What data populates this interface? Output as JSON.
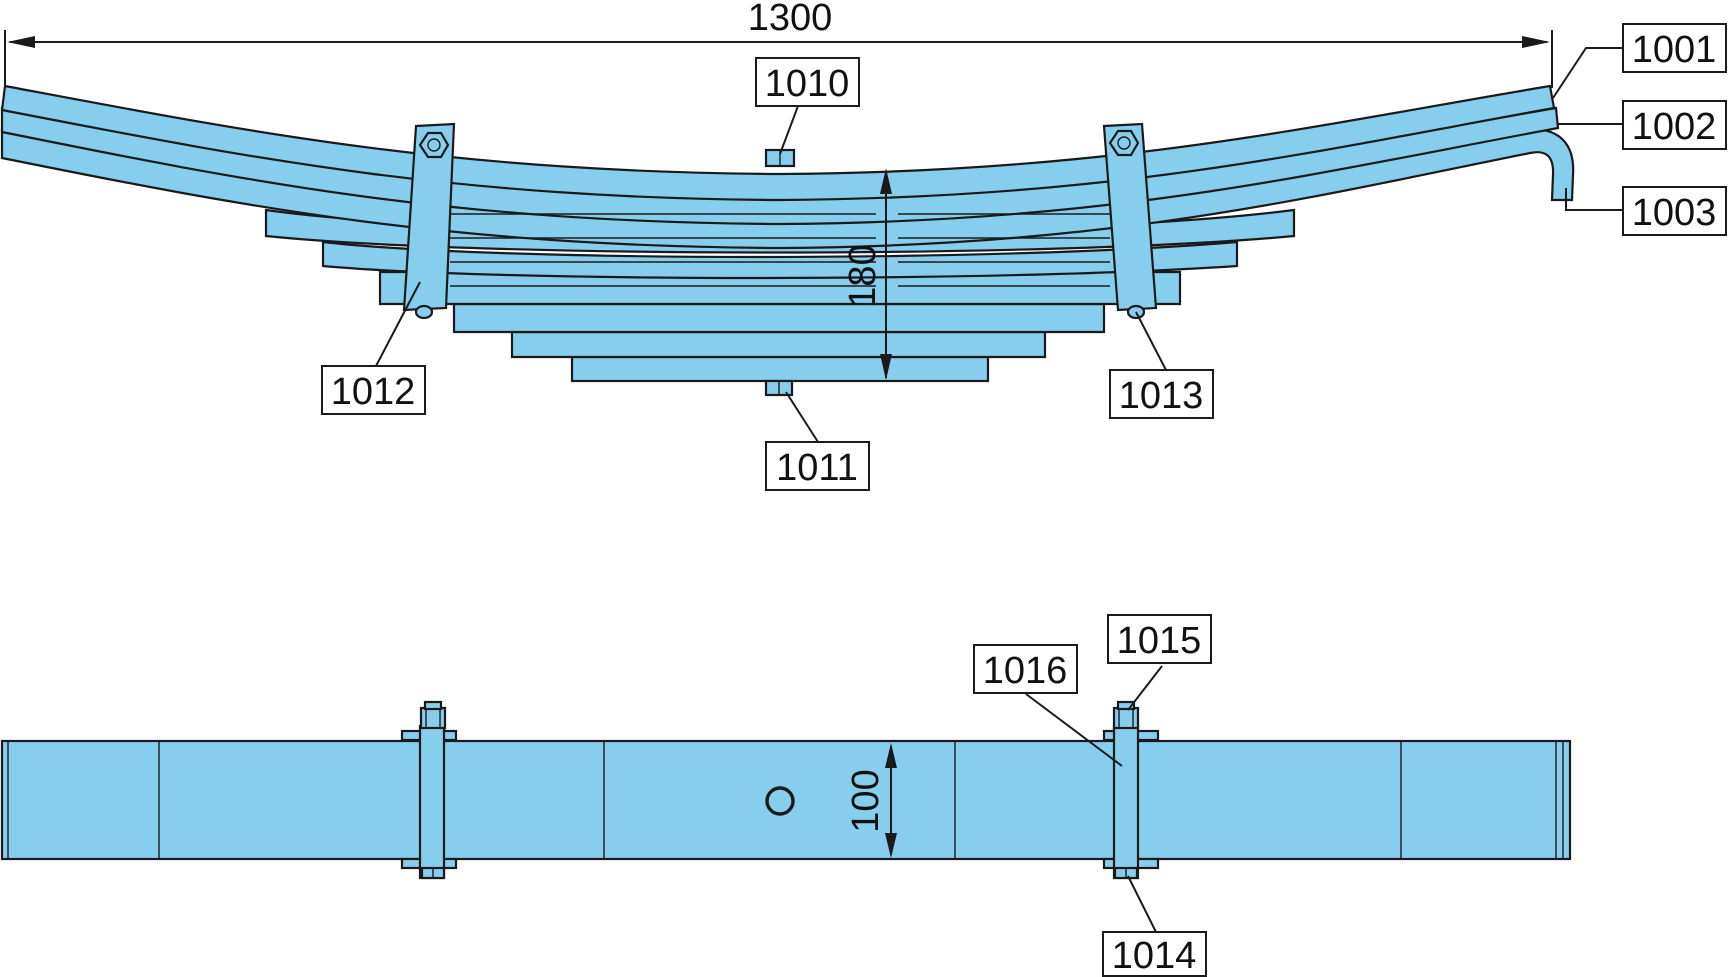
{
  "colors": {
    "spring": "#87ceee",
    "outline": "#1a1a1a",
    "background": "#ffffff"
  },
  "dimensions": {
    "length": "1300",
    "pack_height": "180",
    "width": "100"
  },
  "callouts": {
    "c1001": "1001",
    "c1002": "1002",
    "c1003": "1003",
    "c1010": "1010",
    "c1011": "1011",
    "c1012": "1012",
    "c1013": "1013",
    "c1014": "1014",
    "c1015": "1015",
    "c1016": "1016"
  },
  "icons": {
    "clip_bolt": "hexagon-bolt-head",
    "center_bolt": "center-bolt-nut"
  }
}
